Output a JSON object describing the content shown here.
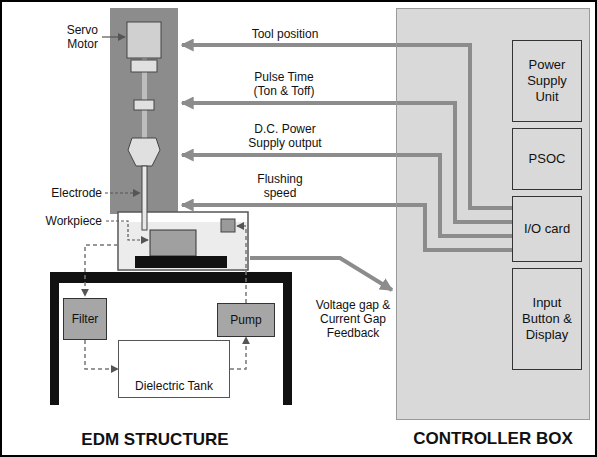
{
  "diagram": {
    "nodes": [
      {
        "text": [
          "CONTROLLER BOX"
        ]
      },
      {
        "text": [
          "Power Supply Unit"
        ],
        "in": 0
      },
      {
        "text": [
          "PSOC"
        ],
        "in": 0
      },
      {
        "text": [
          "I/O card"
        ],
        "in": 0
      },
      {
        "text": [
          "Input Button & Display"
        ],
        "in": 0
      },
      {
        "text": [
          "Filter"
        ]
      },
      {
        "text": [
          "Pump"
        ]
      },
      {
        "text": [
          "Dielectric Tank"
        ]
      }
    ],
    "edges": [
      {
        "from": 5,
        "to": 7,
        "arrow": "to"
      },
      {
        "from": 7,
        "to": 6,
        "arrow": "to"
      }
    ],
    "labels": [
      "Servo Motor",
      "Electrode",
      "Workpiece",
      "Tool position",
      "Pulse Time (Ton & Toff)",
      "D.C. Power Supply output",
      "Flushing speed",
      "Voltage gap & Current Gap Feedback",
      "EDM STRUCTURE"
    ]
  }
}
